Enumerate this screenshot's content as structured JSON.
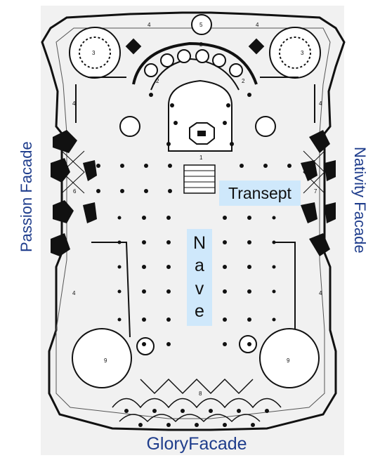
{
  "labels": {
    "nativity": "Nativity Facade",
    "passion": "Passion Facade",
    "glory": "GloryFacade",
    "transept": "Transept",
    "nave_letters": [
      "N",
      "a",
      "v",
      "e"
    ]
  },
  "plan_numbers": {
    "n1": "1",
    "n2": "2",
    "n3": "3",
    "n4": "4",
    "n5": "5",
    "n6": "6",
    "n7": "7",
    "n8": "8",
    "n9": "9"
  },
  "colors": {
    "label_text": "#1f3d8c",
    "highlight_box": "#cfe8fb",
    "ink": "#111111",
    "paper": "#ffffff",
    "grey_fill": "#f0f0f0"
  }
}
